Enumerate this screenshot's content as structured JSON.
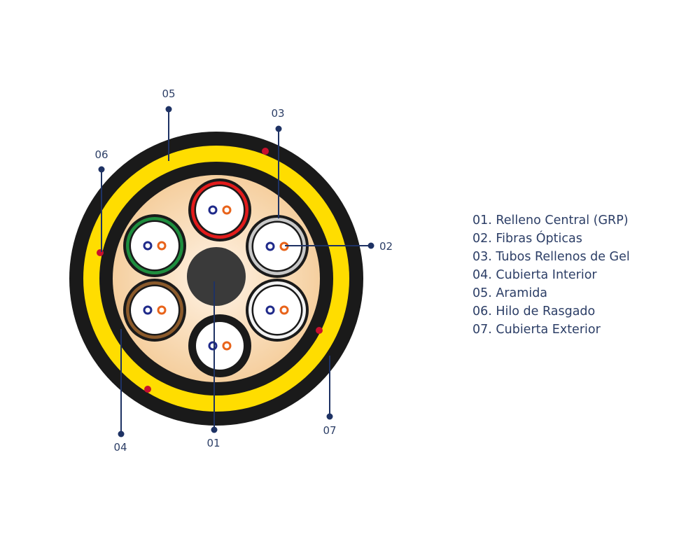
{
  "diagram": {
    "colors": {
      "outer_jacket": "#1a1a1a",
      "aramid": "#ffdd00",
      "inner_jacket": "#1a1a1a",
      "gel_fill": "#fce0c0",
      "central_member": "#3a3a3a",
      "ripcord": "#c8102e",
      "leader": "#1e3264",
      "fiber_blue": "#1f2a8a",
      "fiber_orange": "#e8631a"
    },
    "tubes": [
      {
        "name": "tube-red",
        "ring_color": "#e21b1b"
      },
      {
        "name": "tube-silver",
        "ring_color": "#c8c8c8"
      },
      {
        "name": "tube-white",
        "ring_color": "#f2f2f2"
      },
      {
        "name": "tube-black",
        "ring_color": "#1a1a1a"
      },
      {
        "name": "tube-brown",
        "ring_color": "#8b5a2b"
      },
      {
        "name": "tube-green",
        "ring_color": "#1e8e3e"
      }
    ],
    "callouts": [
      {
        "num": "01"
      },
      {
        "num": "02"
      },
      {
        "num": "03"
      },
      {
        "num": "04"
      },
      {
        "num": "05"
      },
      {
        "num": "06"
      },
      {
        "num": "07"
      }
    ]
  },
  "legend": [
    "01. Relleno Central (GRP)",
    "02. Fibras Ópticas",
    "03. Tubos Rellenos de Gel",
    "04. Cubierta Interior",
    "05. Aramida",
    "06. Hilo de Rasgado",
    "07. Cubierta Exterior"
  ]
}
